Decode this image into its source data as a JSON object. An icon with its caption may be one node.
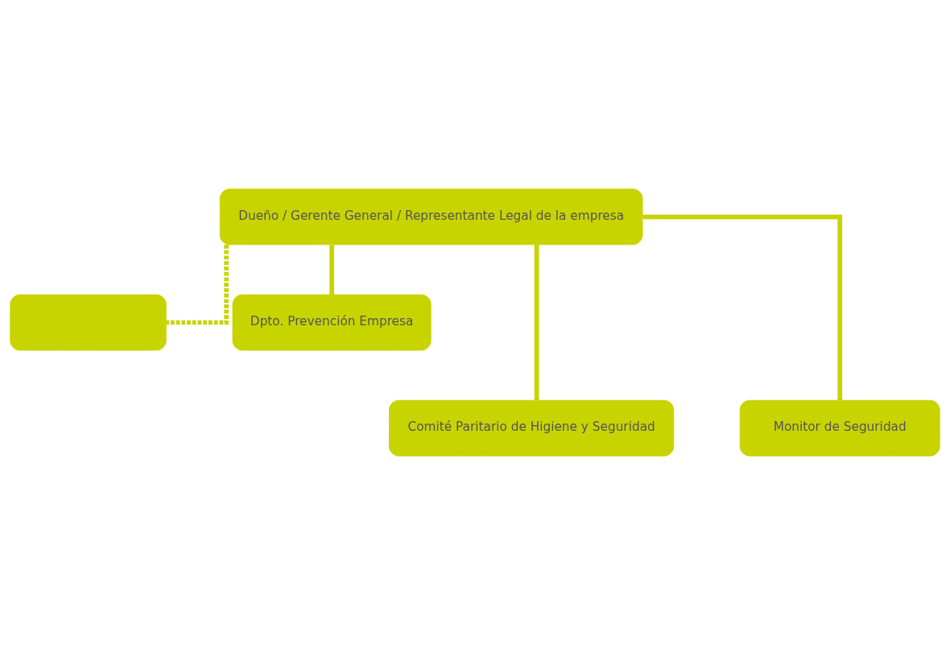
{
  "diagram": {
    "nodes": [
      {
        "text": [
          "Dueño / Gerente General / Representante Legal de la empresa"
        ]
      },
      {
        "text": [],
        "shape": "box"
      },
      {
        "text": [
          "Dpto. Prevención Empresa"
        ]
      },
      {
        "text": [
          "Comité Paritario de Higiene y Seguridad"
        ]
      },
      {
        "text": [
          "Monitor de Seguridad"
        ]
      }
    ],
    "edges": [
      {
        "from": 0,
        "to": 1,
        "arrow": "none",
        "style": "dashed"
      },
      {
        "from": 0,
        "to": 2,
        "arrow": "none"
      },
      {
        "from": 0,
        "to": 3,
        "arrow": "none"
      },
      {
        "from": 0,
        "to": 4,
        "arrow": "none"
      }
    ]
  }
}
